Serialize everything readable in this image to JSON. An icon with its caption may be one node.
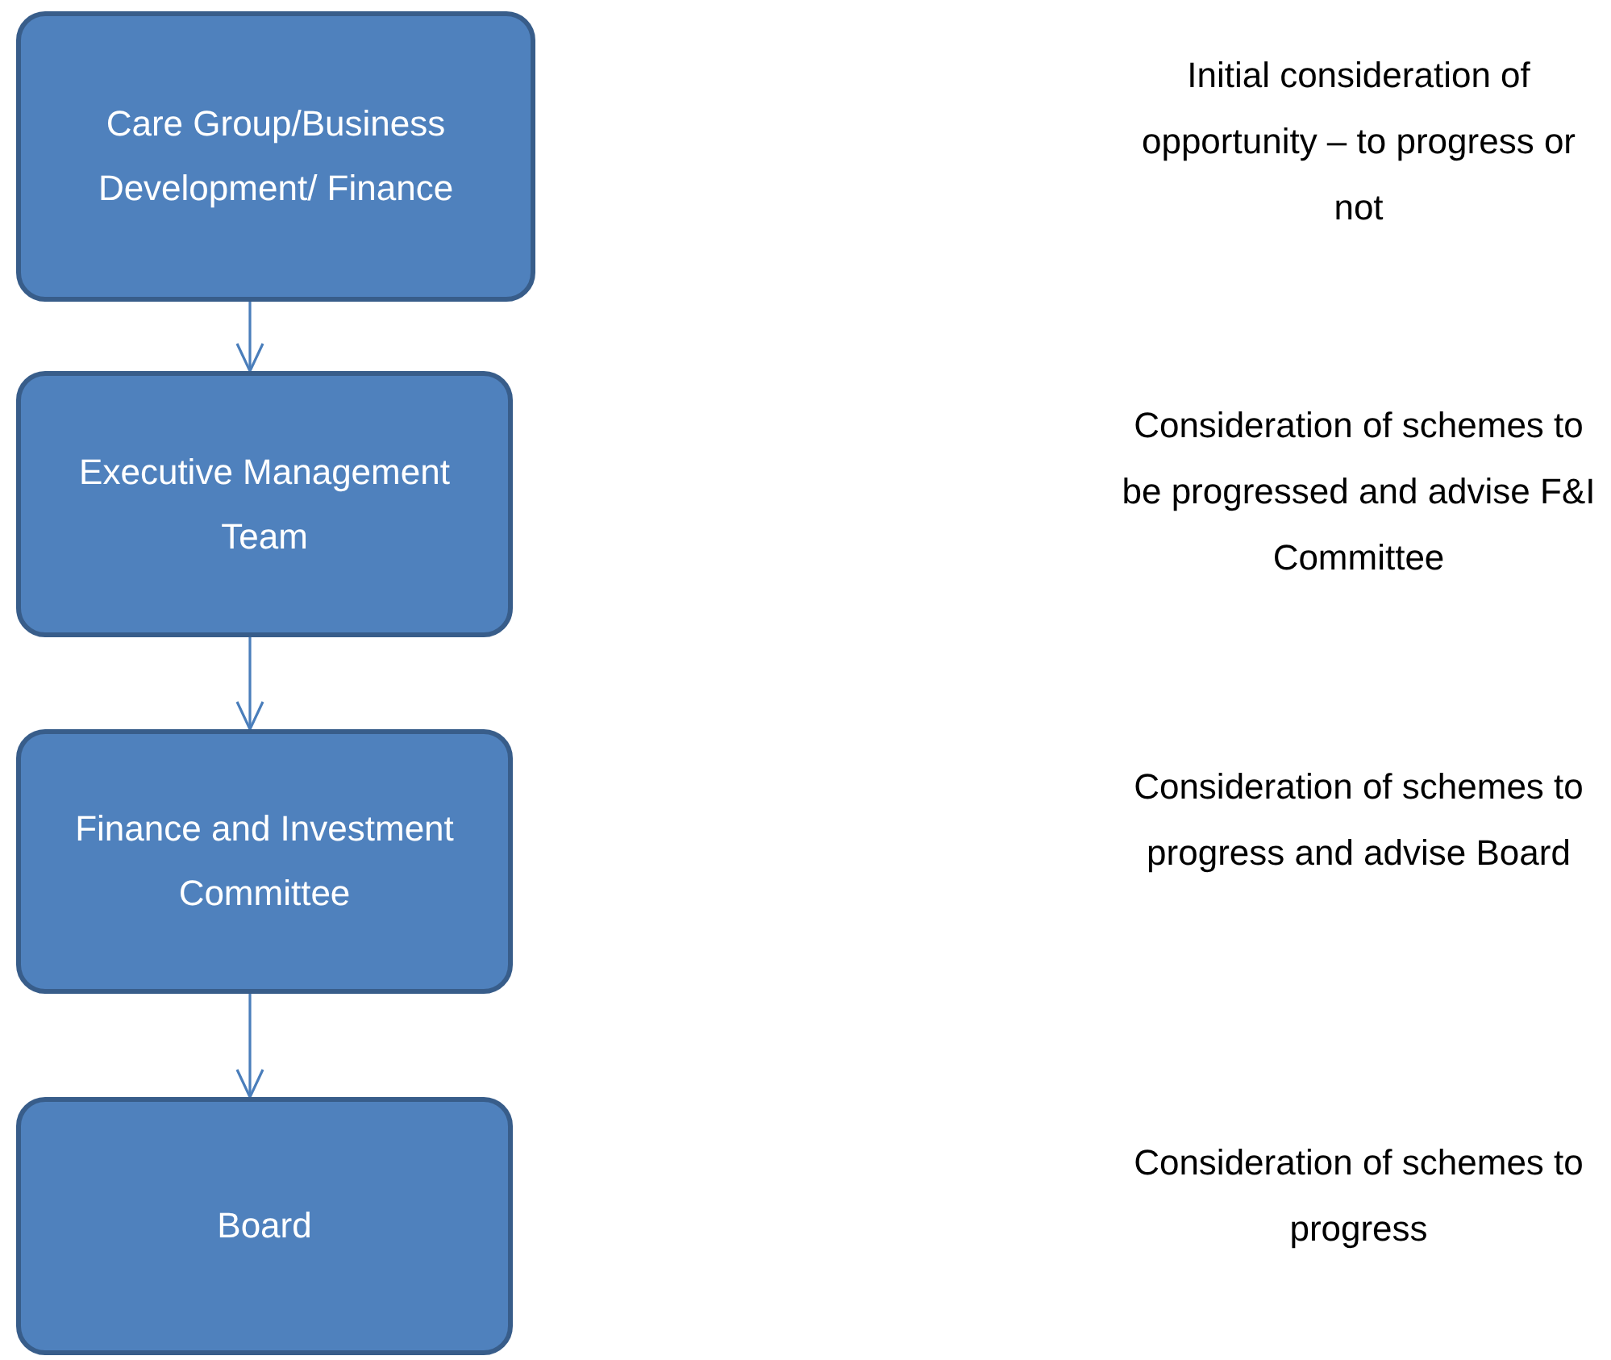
{
  "diagram": {
    "nodes": [
      {
        "text": [
          "Care Group/Business Development/ Finance"
        ]
      },
      {
        "text": [
          "Executive Management Team"
        ]
      },
      {
        "text": [
          "Finance and Investment Committee"
        ]
      },
      {
        "text": [
          "Board"
        ]
      }
    ],
    "edges": [
      {
        "from": 0,
        "to": 1,
        "arrow": "to"
      },
      {
        "from": 1,
        "to": 2,
        "arrow": "to"
      },
      {
        "from": 2,
        "to": 3,
        "arrow": "to"
      }
    ],
    "labels": [
      "Initial consideration of opportunity – to progress or not",
      "Consideration of schemes to be progressed and advise F&I Committee",
      "Consideration of schemes to progress and advise Board",
      "Consideration of schemes to progress"
    ]
  }
}
